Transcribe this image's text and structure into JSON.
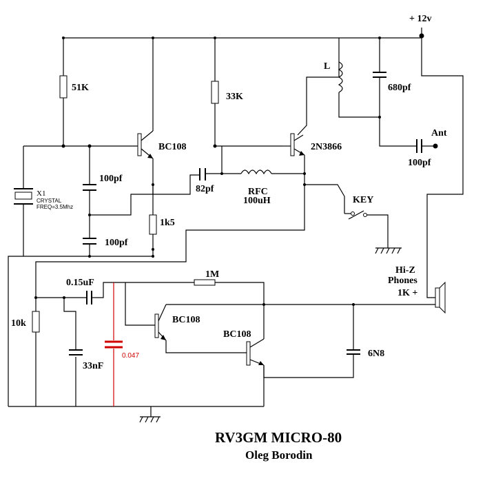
{
  "diagram": {
    "supply": "+ 12v",
    "title": "RV3GM  MICRO-80",
    "author": "Oleg Borodin",
    "colors": {
      "ink": "#000000",
      "accent": "#d00000",
      "background": "#ffffff"
    },
    "labels": {
      "r_51k": "51K",
      "q1": "BC108",
      "c_100pf_a": "100pf",
      "c_100pf_b": "100pf",
      "r_1k5": "1k5",
      "x1": "X1",
      "x1_note_1": "CRYSTAL",
      "x1_note_2": "FREQ=3.5Mhz",
      "r_33k": "33K",
      "c_82pf": "82pf",
      "rfc_1": "RFC",
      "rfc_2": "100uH",
      "q2": "2N3866",
      "l": "L",
      "c_680pf": "680pf",
      "ant": "Ant",
      "c_100pf_ant": "100pf",
      "key": "KEY",
      "phones_1": "Hi-Z",
      "phones_2": "Phones",
      "phones_3": "1K +",
      "r_1m": "1M",
      "c_015uf": "0.15uF",
      "r_10k": "10k",
      "c_33nf": "33nF",
      "c_0047": "0.047",
      "q3": "BC108",
      "q4": "BC108",
      "c_6n8": "6N8"
    }
  }
}
